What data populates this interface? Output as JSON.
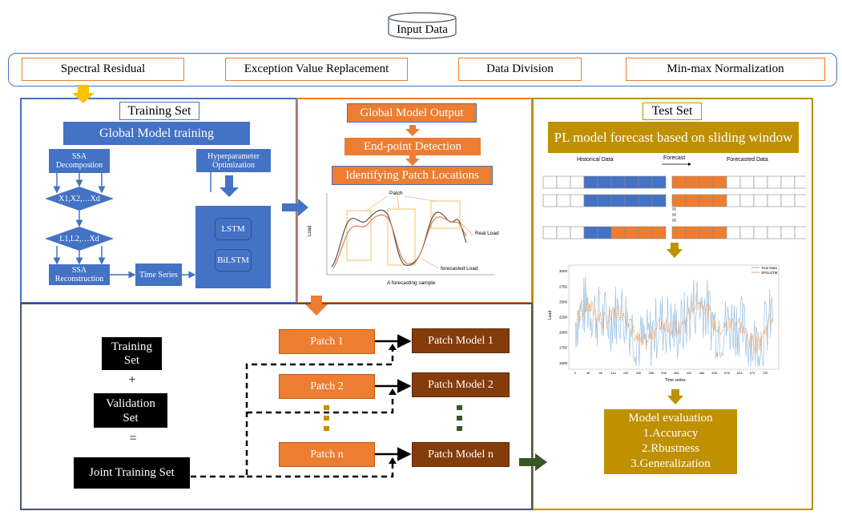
{
  "input": {
    "label": "Input Data"
  },
  "preprocess": {
    "spectral": "Spectral Residual",
    "exception": "Exception Value Replacement",
    "division": "Data Division",
    "minmax": "Min-max Normalization"
  },
  "training": {
    "title": "Training Set",
    "global": "Global Model  training",
    "ssa_decomp": "SSA Decompostion",
    "hyper": "Hyperparameter Optimization",
    "x_diamond": "X1,X2,…Xd",
    "l_diamond": "L1,L2,…Xd",
    "ssa_recon": "SSA Reconstruction",
    "time_series": "Time Series",
    "lstm": "LSTM",
    "bilstm": "BiLSTM"
  },
  "patch_detect": {
    "output": "Global Model Output",
    "endpoint": "End-point Detection",
    "identify": "Identifying Patch Locations",
    "chart_patch": "Patch",
    "chart_real": "Real Load",
    "chart_forecast": "forecasted Load",
    "chart_ylabel": "Load",
    "chart_xlabel": "A forecasting sample"
  },
  "test": {
    "title": "Test Set",
    "pl_forecast": "PL model forecast based on sliding window",
    "historical": "Historical Data",
    "forecast": "Forecast",
    "forecasted": "Forecasted Data",
    "eval_title": "Model evaluation",
    "eval_1": "1.Accuracy",
    "eval_2": "2.Rbustness",
    "eval_3": "3.Generalization"
  },
  "bottom": {
    "training": "Training Set",
    "plus": "+",
    "validation": "Validation Set",
    "equals": "=",
    "joint": "Joint Training Set",
    "patch1": "Patch 1",
    "patch2": "Patch 2",
    "patchn": "Patch n",
    "model1": "Patch Model 1",
    "model2": "Patch Model 2",
    "modeln": "Patch Model n"
  },
  "chart_data": {
    "type": "line",
    "legend": [
      "True Data",
      "SP2LSTM"
    ],
    "ylabel": "Load",
    "xlabel": "Time series",
    "ylim": [
      1400,
      3100
    ],
    "yticks": [
      1500,
      1750,
      2000,
      2250,
      2500,
      2750,
      3000
    ],
    "xticks": [
      0,
      48,
      96,
      144,
      192,
      240,
      288,
      336,
      384,
      432,
      480,
      528,
      576,
      624,
      672,
      720
    ],
    "legend_position": "top-right",
    "colors": {
      "true": "#8db8e0",
      "pred": "#f0a060"
    }
  },
  "colors": {
    "blue": "#4472c4",
    "orange": "#ed7d31",
    "gold": "#bf9000",
    "brown": "#843c0c",
    "slate": "#44546a",
    "green": "#375623"
  }
}
